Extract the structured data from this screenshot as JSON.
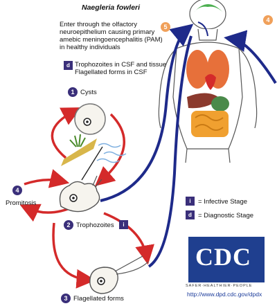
{
  "title": "Naegleria fowleri",
  "entry": {
    "number": "5",
    "text": "Enter through the olfactory neuroepithelium causing primary amebic meningoencephalitis (PAM) in healthy individuals"
  },
  "csf": {
    "badge": "d",
    "text": "Trophozoites in CSF and tissue Flagellated forms in CSF"
  },
  "top_right_number": "4",
  "stages": [
    {
      "number": "1",
      "label": "Cysts"
    },
    {
      "number": "2",
      "label": "Trophozoites"
    },
    {
      "number": "3",
      "label": "Flagellated forms"
    },
    {
      "number": "4",
      "label": "Promitosis"
    }
  ],
  "trophozoite_badge": "i",
  "legend": {
    "infective_badge": "i",
    "infective_label": "= Infective Stage",
    "diagnostic_badge": "d",
    "diagnostic_label": "= Diagnostic Stage"
  },
  "logo": {
    "letters": "CDC",
    "tagline": "SAFER·HEALTHIER·PEOPLE"
  },
  "url": "http://www.dpd.cdc.gov/dpdx",
  "colors": {
    "cycle_arrow": "#d42a2a",
    "infection_arrow": "#1e2a8a",
    "badge": "#3a2f7a",
    "orange_badge": "#f0a05a",
    "logo_bg": "#1f3f8f"
  }
}
